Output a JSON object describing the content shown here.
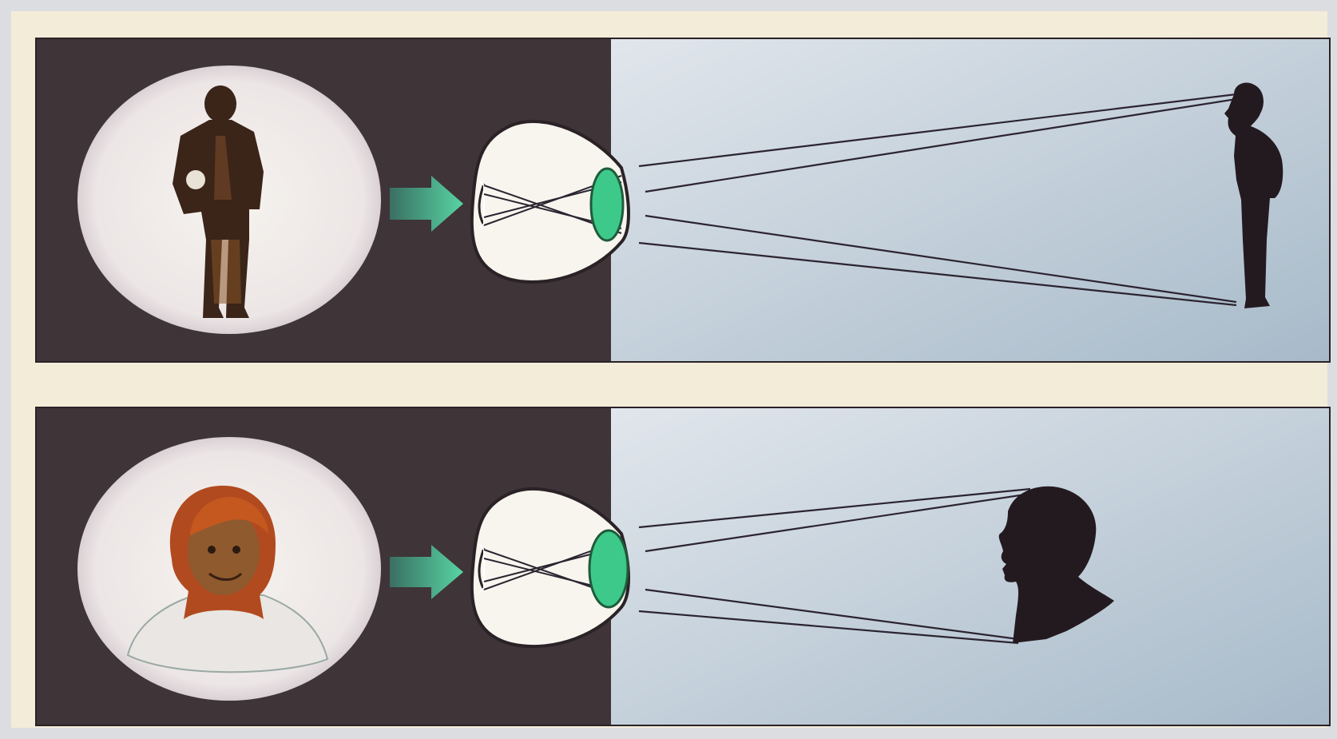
{
  "figure": {
    "panels": [
      {
        "id": "distant-person",
        "subject": "full-figure-person",
        "object_distance": "far"
      },
      {
        "id": "near-person",
        "subject": "head-and-shoulders-person",
        "object_distance": "near"
      }
    ],
    "colors": {
      "page_border": "#dcdde0",
      "paper": "#f3ecd9",
      "dark_field": "#3f3437",
      "sky_top": "#dde3ea",
      "sky_bottom": "#a9bccb",
      "eye_fill": "#f7f5ee",
      "eye_outline": "#2a2226",
      "lens": "#3dc989",
      "arrow": "#4fc79a",
      "ray": "#2b2430",
      "silhouette": "#231a20"
    },
    "icons": [
      "eye-icon",
      "lens-icon",
      "arrow-right-icon",
      "person-silhouette-icon",
      "retina-image-icon"
    ]
  }
}
